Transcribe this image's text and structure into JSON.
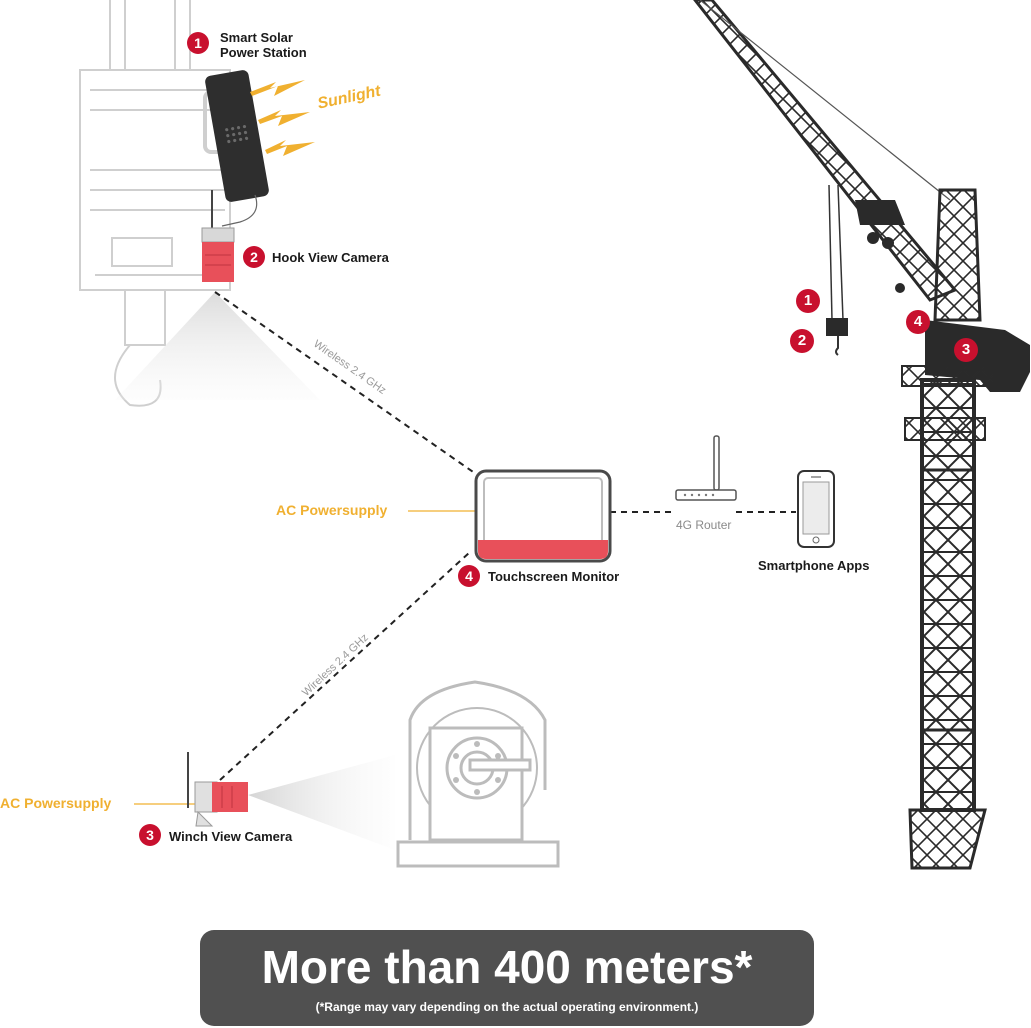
{
  "colors": {
    "accent_red": "#c8102e",
    "camera_red": "#e8505a",
    "sunlight_yellow": "#f0b030",
    "line_dark": "#222222",
    "banner_bg": "#505050"
  },
  "components": [
    {
      "badge": "1",
      "label_line1": "Smart Solar",
      "label_line2": "Power Station"
    },
    {
      "badge": "2",
      "label": "Hook View Camera"
    },
    {
      "badge": "3",
      "label": "Winch View Camera"
    },
    {
      "badge": "4",
      "label": "Touchscreen Monitor"
    }
  ],
  "sunlight": "Sunlight",
  "links": {
    "wireless_hook": "Wireless 2.4 GHz",
    "wireless_winch": "Wireless 2.4 GHz",
    "router": "4G Router"
  },
  "power": {
    "monitor": "AC Powersupply",
    "winch": "AC Powersupply"
  },
  "smartphone": "Smartphone Apps",
  "crane_markers": [
    "1",
    "2",
    "4",
    "3"
  ],
  "banner": {
    "title": "More than 400 meters*",
    "note": "(*Range may vary depending on the actual operating environment.)"
  },
  "icons": [
    "solar-panel-icon",
    "hook-camera-icon",
    "winch-camera-icon",
    "touchscreen-monitor-icon",
    "router-icon",
    "smartphone-icon",
    "winch-drum-icon",
    "tower-crane-icon"
  ]
}
